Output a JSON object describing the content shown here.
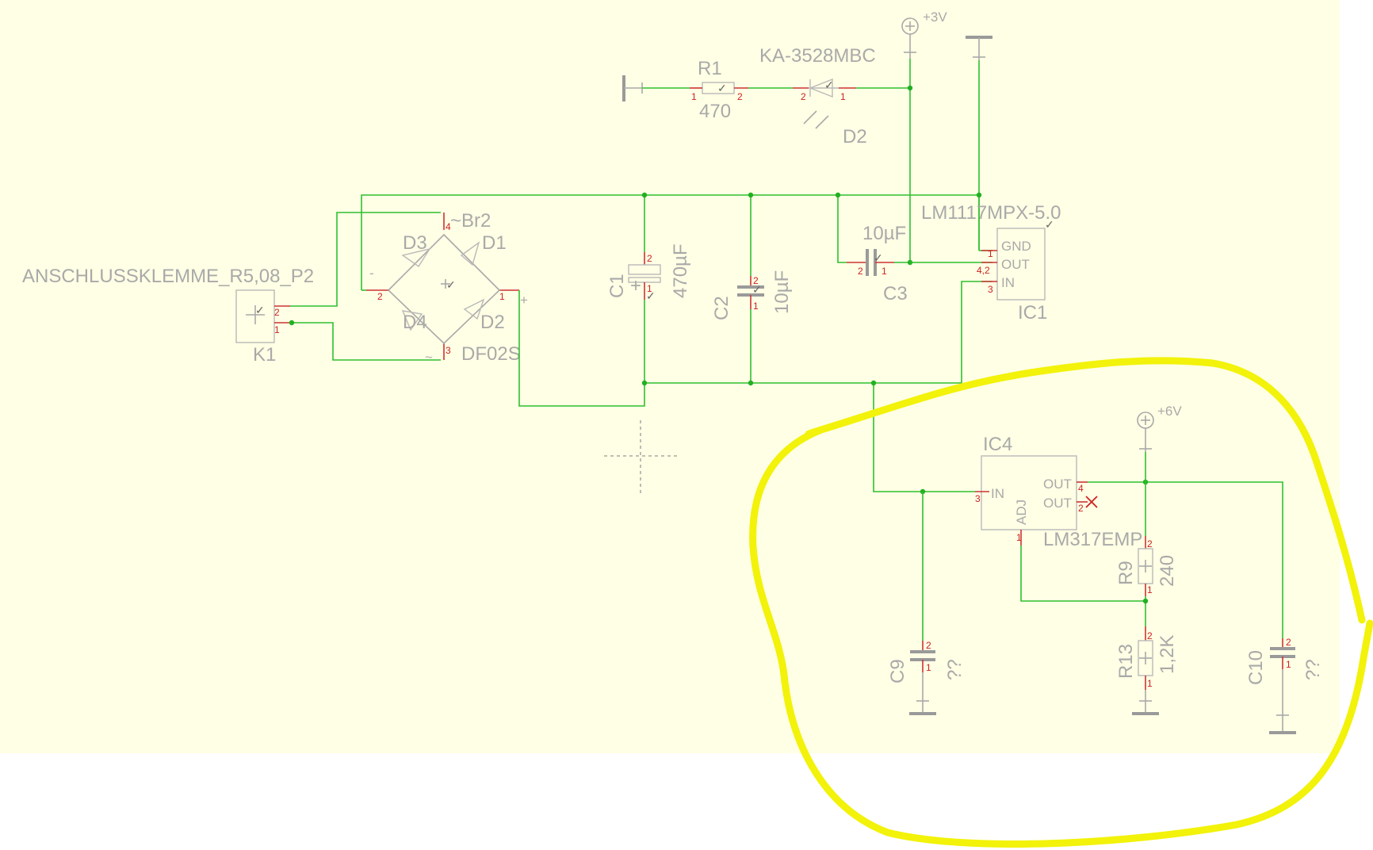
{
  "schematic": {
    "power": {
      "p3v": "+3V",
      "p6v": "+6V"
    },
    "r1": {
      "name": "R1",
      "value": "470"
    },
    "led": {
      "part": "KA-3528MBC",
      "name": "D2"
    },
    "ic1": {
      "part": "LM1117MPX-5.0",
      "name": "IC1",
      "gnd": "GND",
      "out": "OUT",
      "in": "IN"
    },
    "c3": {
      "value": "10µF",
      "name": "C3"
    },
    "terminal": {
      "part": "ANSCHLUSSKLEMME_R5,08_P2",
      "name": "K1"
    },
    "bridge": {
      "name": "~Br2",
      "part": "DF02S",
      "d1": "D1",
      "d2": "D2",
      "d3": "D3",
      "d4": "D4",
      "minus": "-",
      "plus": "+",
      "tilde": "~"
    },
    "c1": {
      "name": "C1",
      "value": "470µF"
    },
    "c2": {
      "name": "C2",
      "value": "10µF"
    },
    "ic4": {
      "name": "IC4",
      "part": "LM317EMP",
      "in": "IN",
      "out1": "OUT",
      "out2": "OUT",
      "adj": "ADJ"
    },
    "r9": {
      "name": "R9",
      "value": "240"
    },
    "r13": {
      "name": "R13",
      "value": "1,2K"
    },
    "c9": {
      "name": "C9",
      "value": "??"
    },
    "c10": {
      "name": "C10",
      "value": "??"
    },
    "pins": {
      "p1": "1",
      "p2": "2",
      "p3": "3",
      "p4": "4",
      "p42": "4,2"
    },
    "colors": {
      "background": "#ffffe5",
      "wire": "#2fbf2f",
      "pin": "#cc3333",
      "symbol": "#a9a9a9",
      "highlight": "#f2f20a"
    }
  }
}
